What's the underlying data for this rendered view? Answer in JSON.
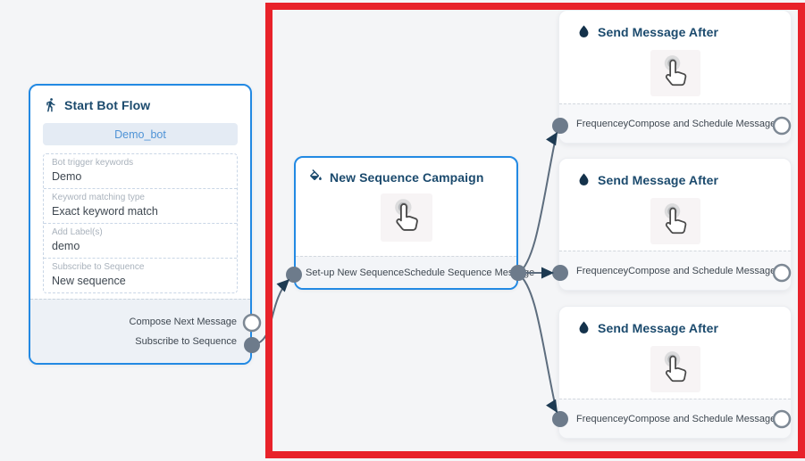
{
  "annotation": {
    "type": "highlight-rectangle",
    "color": "#e8222a"
  },
  "colors": {
    "canvas_bg": "#f4f5f7",
    "node_border_blue": "#2289e3",
    "title_navy": "#1b4a6d",
    "highlight_red": "#e8222a",
    "port_gray": "#6d7b8b",
    "connector_gray": "#5d6d7e",
    "arrow_navy": "#1d3a52",
    "bot_button_bg": "#e4ebf4",
    "bot_button_text": "#4f93d6"
  },
  "flow": {
    "start_node": {
      "icon": "walking-person-icon",
      "title": "Start Bot Flow",
      "bot_name": "Demo_bot",
      "fields": [
        {
          "label": "Bot trigger keywords",
          "value": "Demo"
        },
        {
          "label": "Keyword matching type",
          "value": "Exact keyword match"
        },
        {
          "label": "Add Label(s)",
          "value": "demo"
        },
        {
          "label": "Subscribe to Sequence",
          "value": "New sequence"
        }
      ],
      "outputs": [
        {
          "label": "Compose Next Message",
          "port": "hollow"
        },
        {
          "label": "Subscribe to Sequence",
          "port": "filled"
        }
      ]
    },
    "sequence_node": {
      "icon": "paint-bucket-icon",
      "title": "New Sequence Campaign",
      "body_icon": "hand-cursor-icon",
      "input_label": "Set-up New Sequence",
      "output_label": "Schedule Sequence Message"
    },
    "message_nodes": [
      {
        "icon": "water-drop-icon",
        "title": "Send Message After",
        "body_icon": "hand-cursor-icon",
        "input_label": "Frequencey",
        "output_label": "Compose and Schedule Message"
      },
      {
        "icon": "water-drop-icon",
        "title": "Send Message After",
        "body_icon": "hand-cursor-icon",
        "input_label": "Frequencey",
        "output_label": "Compose and Schedule Message"
      },
      {
        "icon": "water-drop-icon",
        "title": "Send Message After",
        "body_icon": "hand-cursor-icon",
        "input_label": "Frequencey",
        "output_label": "Compose and Schedule Message"
      }
    ],
    "edges": [
      {
        "from": "start-node:subscribe-to-sequence",
        "to": "sequence-node:set-up-new-sequence"
      },
      {
        "from": "sequence-node:schedule-sequence-message",
        "to": "message-node-1:frequencey"
      },
      {
        "from": "sequence-node:schedule-sequence-message",
        "to": "message-node-2:frequencey"
      },
      {
        "from": "sequence-node:schedule-sequence-message",
        "to": "message-node-3:frequencey"
      }
    ]
  }
}
